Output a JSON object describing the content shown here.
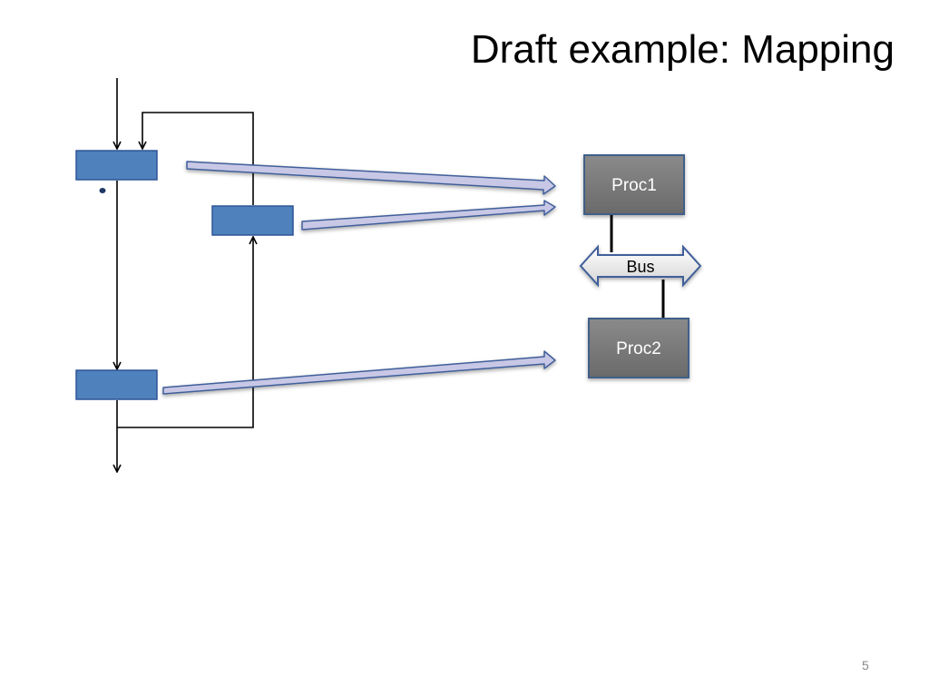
{
  "slide": {
    "title": "Draft example: Mapping",
    "page_number": "5"
  },
  "architecture": {
    "proc1_label": "Proc1",
    "bus_label": "Bus",
    "proc2_label": "Proc2"
  },
  "colors": {
    "task_fill": "#4f81bd",
    "task_stroke": "#2f5597",
    "proc_fill": "#7a7a7a",
    "proc_stroke": "#3f5f8a",
    "mapping_arrow_fill": "#c8c8e6",
    "mapping_arrow_stroke": "#3f5f9a",
    "bus_fill": "#eeeeee",
    "bus_stroke": "#3f5f9a"
  }
}
